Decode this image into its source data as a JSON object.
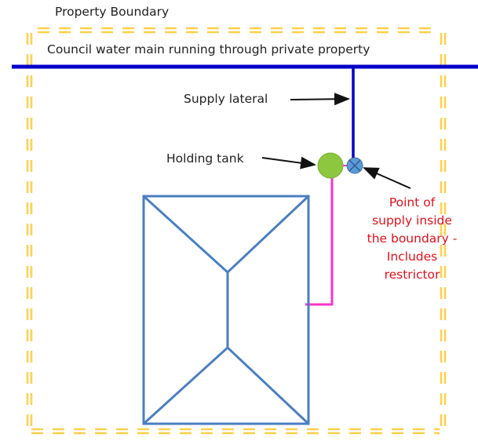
{
  "labels": {
    "property_boundary": "Property Boundary",
    "water_main": "Council water main running through private property",
    "supply_lateral": "Supply lateral",
    "holding_tank": "Holding tank",
    "point_of_supply": [
      "Point of",
      "supply inside",
      "the boundary -",
      "Includes",
      "restrictor"
    ]
  },
  "colors": {
    "boundary": "#ffd04a",
    "main": "#0000c8",
    "tank": "#8dc63f",
    "valve": "#5b9bd5",
    "pink_pipe": "#ff33cc",
    "house": "#4a7fc1",
    "red_text": "#e0101a"
  }
}
